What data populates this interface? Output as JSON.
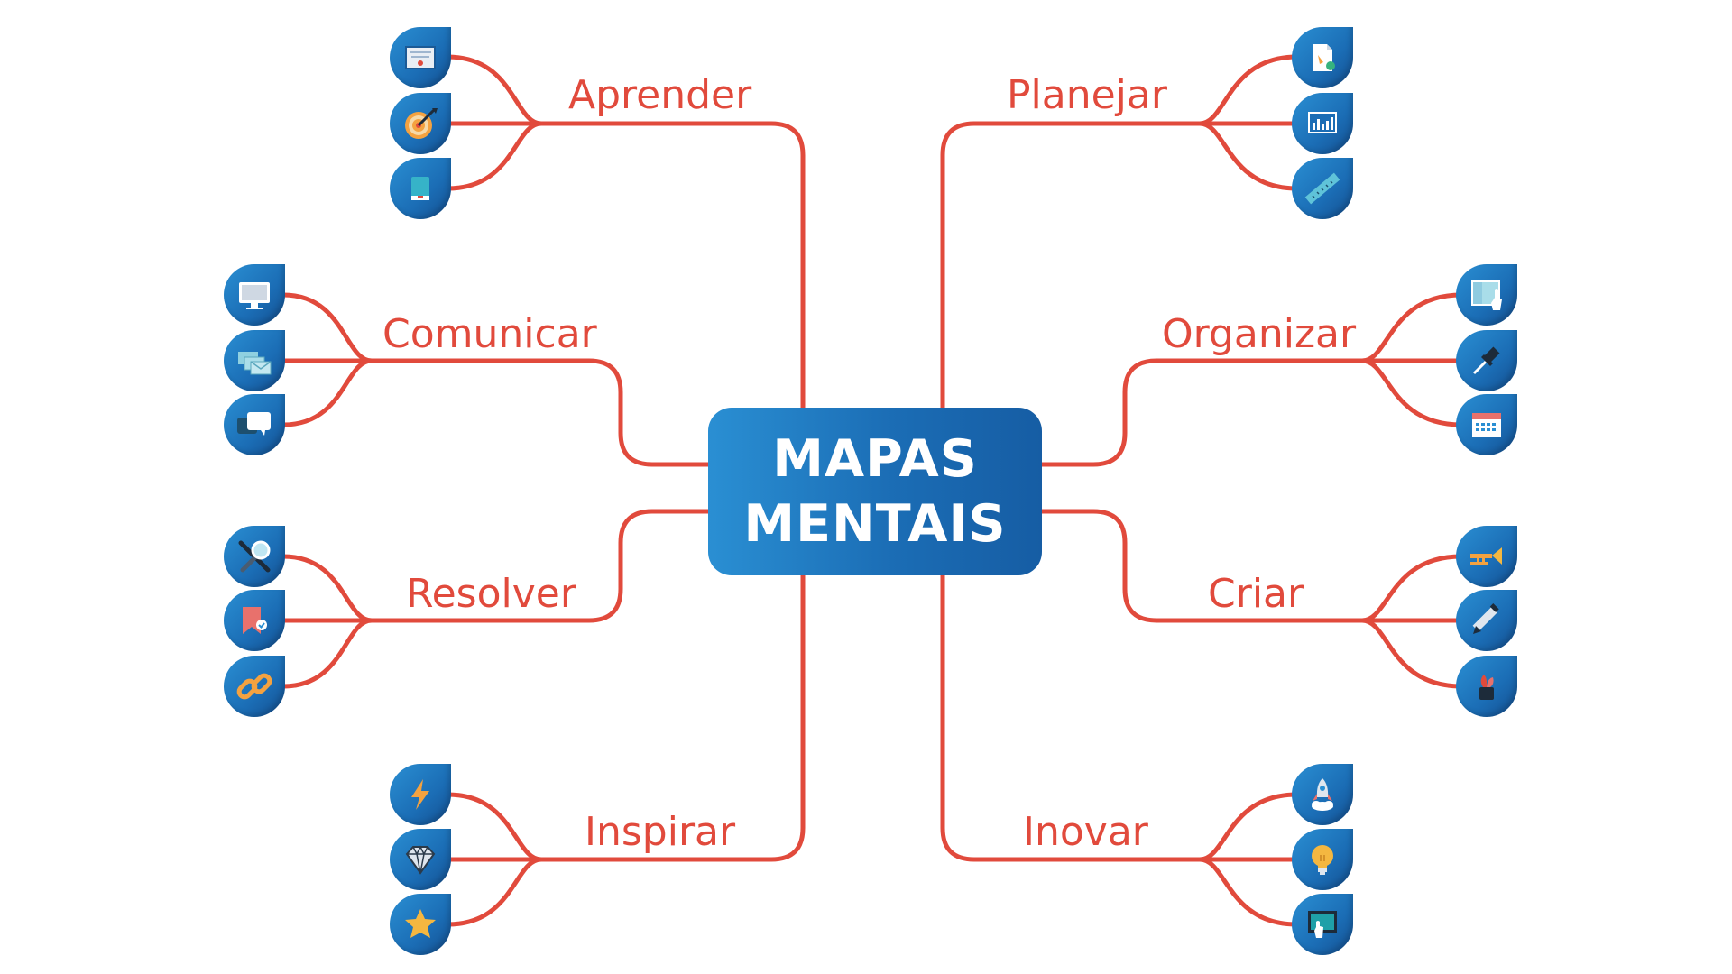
{
  "center": {
    "line1": "MAPAS",
    "line2": "MENTAIS"
  },
  "branches": [
    {
      "id": "aprender",
      "label": "Aprender",
      "icons": [
        "certificate-icon",
        "target-icon",
        "book-icon"
      ]
    },
    {
      "id": "comunicar",
      "label": "Comunicar",
      "icons": [
        "monitor-icon",
        "mail-icon",
        "chat-icon"
      ]
    },
    {
      "id": "resolver",
      "label": "Resolver",
      "icons": [
        "tools-icon",
        "bookmark-icon",
        "link-icon"
      ]
    },
    {
      "id": "inspirar",
      "label": "Inspirar",
      "icons": [
        "lightning-icon",
        "diamond-icon",
        "star-icon"
      ]
    },
    {
      "id": "planejar",
      "label": "Planejar",
      "icons": [
        "document-icon",
        "bar-chart-icon",
        "ruler-icon"
      ]
    },
    {
      "id": "organizar",
      "label": "Organizar",
      "icons": [
        "board-icon",
        "pin-icon",
        "calendar-icon"
      ]
    },
    {
      "id": "criar",
      "label": "Criar",
      "icons": [
        "trumpet-icon",
        "pen-icon",
        "paint-icon"
      ]
    },
    {
      "id": "inovar",
      "label": "Inovar",
      "icons": [
        "rocket-icon",
        "lightbulb-icon",
        "touchscreen-icon"
      ]
    }
  ],
  "colors": {
    "line": "#e14a3c",
    "node": "#1b6db5",
    "node_light": "#2a8fd3",
    "label": "#e14a3c"
  }
}
